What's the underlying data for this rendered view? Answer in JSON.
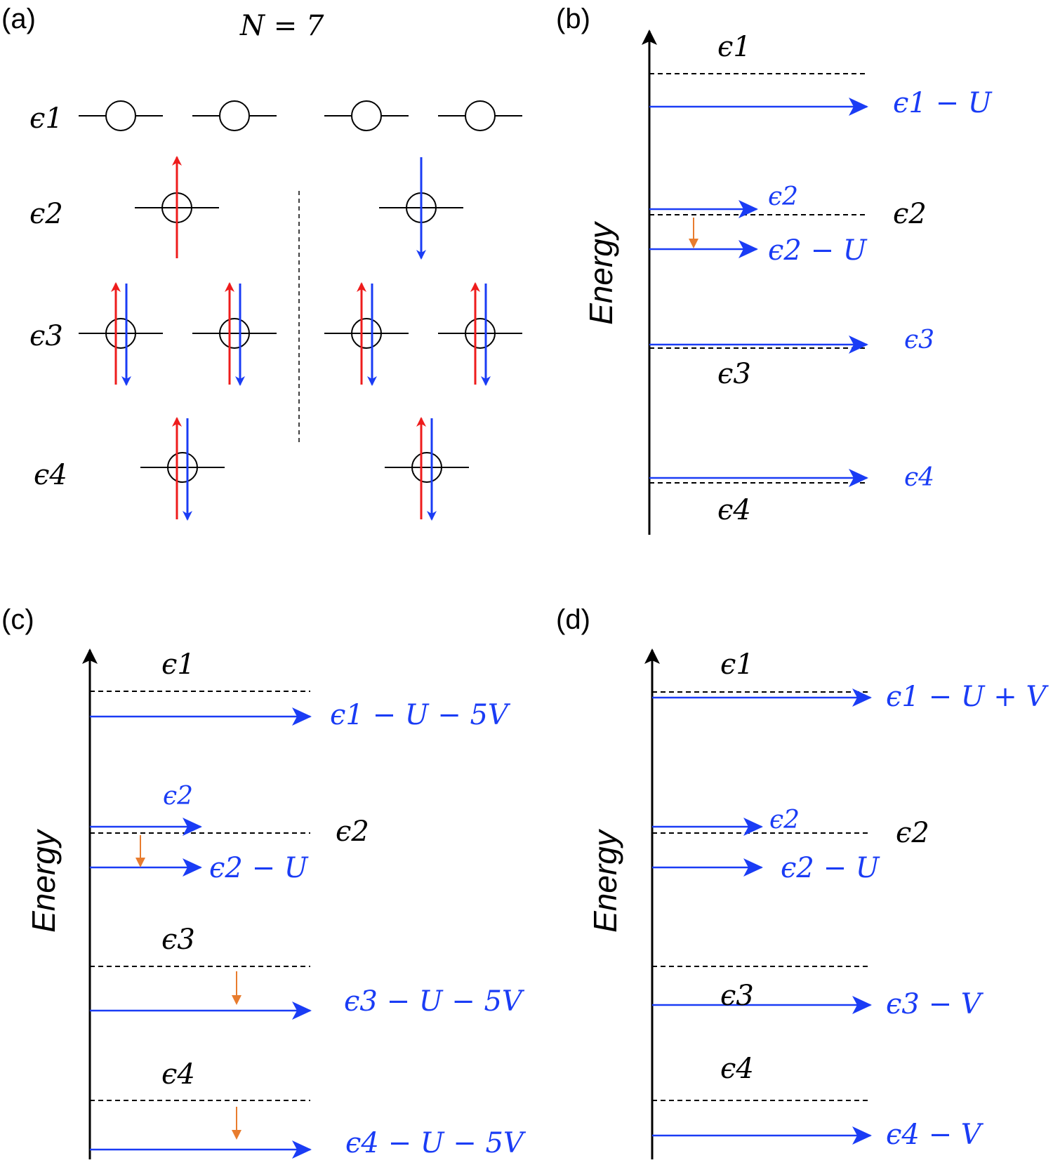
{
  "panels": {
    "a": {
      "label": "(a)",
      "title": "N = 7",
      "levels": [
        "ϵ1",
        "ϵ2",
        "ϵ3",
        "ϵ4"
      ]
    },
    "b": {
      "label": "(b)",
      "axis_title": "Energy",
      "black_levels": [
        "ϵ1",
        "ϵ2",
        "ϵ3",
        "ϵ4"
      ],
      "blue_levels": [
        "ϵ1 − U",
        "ϵ2",
        "ϵ2 − U",
        "ϵ3",
        "ϵ4"
      ]
    },
    "c": {
      "label": "(c)",
      "axis_title": "Energy",
      "black_levels": [
        "ϵ1",
        "ϵ2",
        "ϵ3",
        "ϵ4"
      ],
      "blue_levels": [
        "ϵ1 − U − 5V",
        "ϵ2",
        "ϵ2 − U",
        "ϵ3 − U  − 5V",
        "ϵ4 − U − 5V"
      ]
    },
    "d": {
      "label": "(d)",
      "axis_title": "Energy",
      "black_levels": [
        "ϵ1",
        "ϵ2",
        "ϵ3",
        "ϵ4"
      ],
      "blue_levels": [
        "ϵ1 − U + V",
        "ϵ2",
        "ϵ2 − U",
        "ϵ3 − V",
        "ϵ4 − V"
      ]
    }
  },
  "colors": {
    "spin_up": "#ee1c1c",
    "spin_down": "#1a3cf5",
    "shift_arrow": "#e87c2e",
    "level": "#000000"
  }
}
